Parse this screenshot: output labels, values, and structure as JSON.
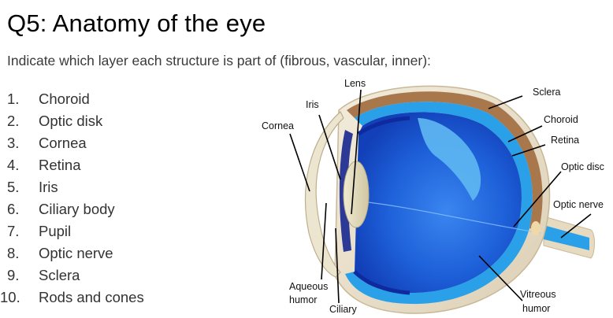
{
  "title": "Q5: Anatomy of the eye",
  "instruction": "Indicate which layer each structure is part of (fibrous, vascular, inner):",
  "items": [
    {
      "number": "1.",
      "text": "Choroid"
    },
    {
      "number": "2.",
      "text": "Optic disk"
    },
    {
      "number": "3.",
      "text": "Cornea"
    },
    {
      "number": "4.",
      "text": "Retina"
    },
    {
      "number": "5.",
      "text": "Iris"
    },
    {
      "number": "6.",
      "text": "Ciliary body"
    },
    {
      "number": "7.",
      "text": "Pupil"
    },
    {
      "number": "8.",
      "text": "Optic nerve"
    },
    {
      "number": "9.",
      "text": "Sclera"
    },
    {
      "number": "10.",
      "text": "Rods and cones"
    }
  ],
  "diagram": {
    "labels": {
      "lens": "Lens",
      "iris": "Iris",
      "cornea": "Cornea",
      "sclera": "Sclera",
      "choroid": "Choroid",
      "retina": "Retina",
      "optic_disc": "Optic disc",
      "optic_nerve": "Optic nerve",
      "aqueous_1": "Aqueous",
      "aqueous_2": "humor",
      "ciliary": "Ciliary",
      "vitreous_1": "Vitreous",
      "vitreous_2": "humor"
    },
    "colors": {
      "sclera": "#ece2cf",
      "choroid_brown": "#a8774c",
      "retina": "#2aa0e8",
      "vitreous": "#1d5fd8",
      "inner_dark": "#0e2a9e",
      "iris": "#2c3a96",
      "lens": "#e3ddc2"
    }
  }
}
